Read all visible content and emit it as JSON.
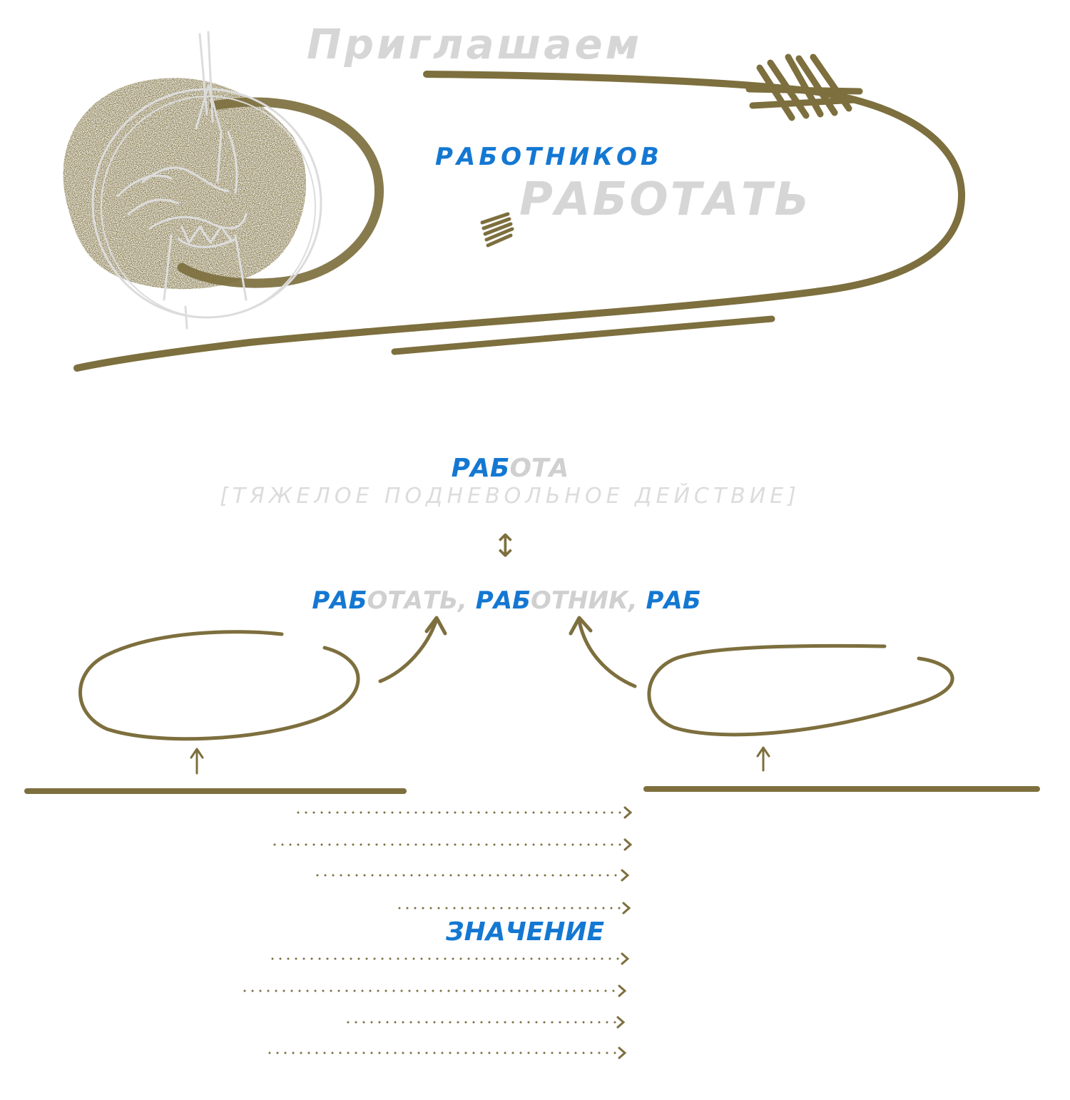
{
  "header": {
    "invite": "Приглашаем",
    "workers": "РАБОТНИКОВ",
    "work": "РАБОТАТЬ"
  },
  "etymology": {
    "root_word": {
      "root": "РАБ",
      "suffix": "ОТА"
    },
    "definition": "[ТЯЖЕЛОЕ ПОДНЕВОЛЬНОЕ ДЕЙСТВИЕ]",
    "arrow_glyph": "↕",
    "related": [
      {
        "root": "РАБ",
        "suffix": "ОТАТЬ,"
      },
      {
        "root": "РАБ",
        "suffix": "ОТНИК,"
      },
      {
        "root": "РАБ",
        "suffix": ""
      }
    ]
  },
  "meaning_label": "ЗНАЧЕНИЕ",
  "colors": {
    "olive": "#7d6f3e",
    "blue": "#1478d2",
    "light_grey": "#d6d6d6",
    "sketch_grey": "#dedede"
  },
  "icons": [
    "hand-sketch-icon",
    "hatch-mark-icon",
    "up-arrow-icon",
    "curved-arrow-icon",
    "dotted-arrow-icon"
  ]
}
